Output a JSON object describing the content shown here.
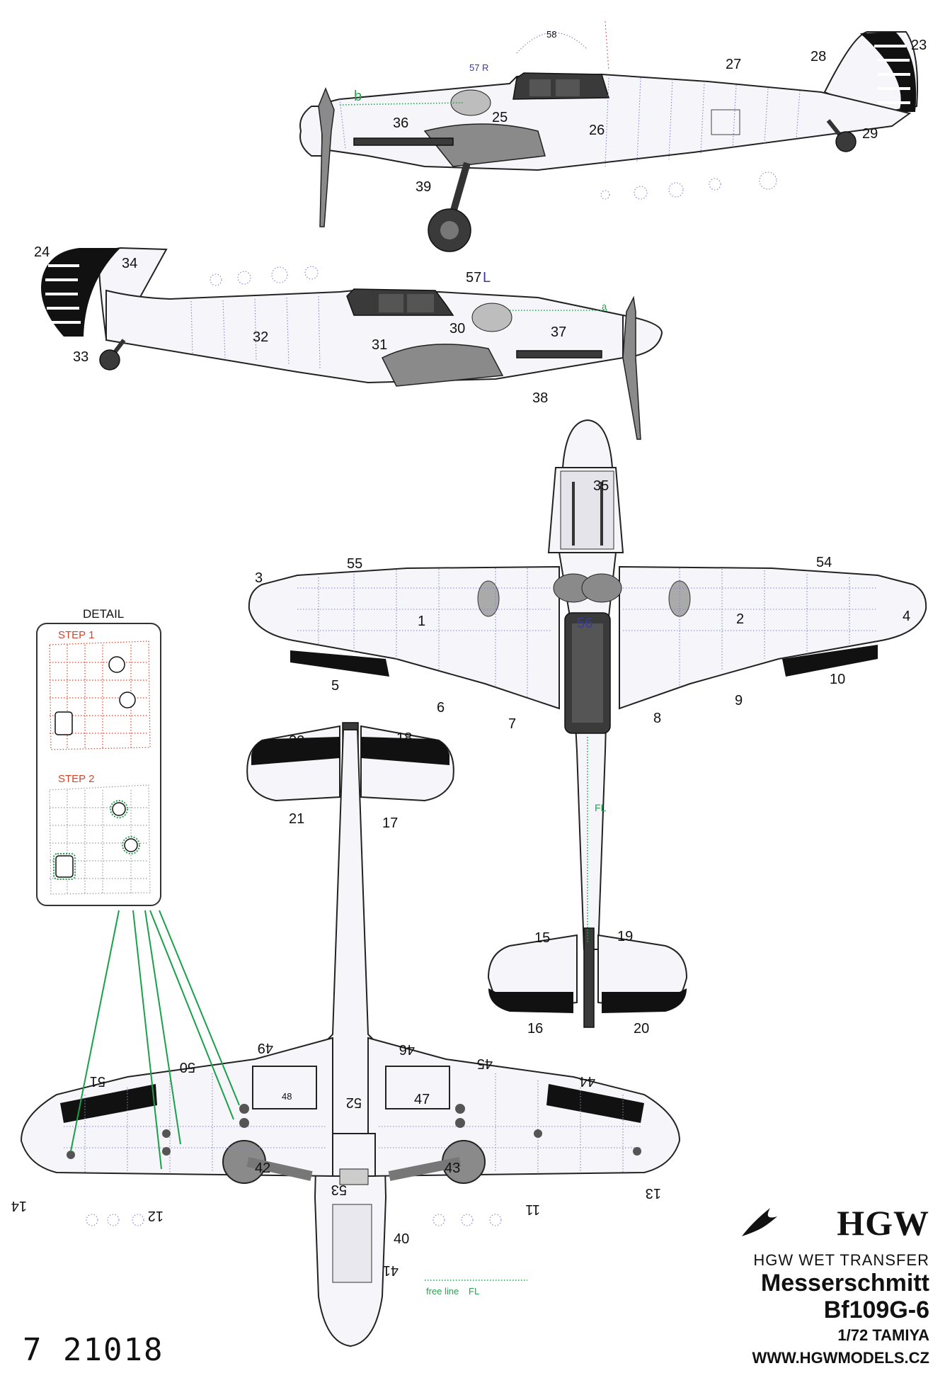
{
  "diagram": {
    "right_side_labels": {
      "l58": "58",
      "l57r_num": "57",
      "l57r_letter": "R",
      "lb": "b",
      "l36": "36",
      "l25": "25",
      "l26": "26",
      "l27": "27",
      "l28": "28",
      "l23": "23",
      "l29": "29",
      "l39": "39"
    },
    "left_side_labels": {
      "l24": "24",
      "l34": "34",
      "l57l_num": "57",
      "l57l_letter": "L",
      "la": "a",
      "l32": "32",
      "l31": "31",
      "l30": "30",
      "l37": "37",
      "l33": "33",
      "l38": "38"
    },
    "top_view_labels": {
      "l35": "35",
      "l55": "55",
      "l54": "54",
      "l3": "3",
      "l4": "4",
      "l1": "1",
      "l2": "2",
      "l56": "56",
      "l5": "5",
      "l6": "6",
      "l7": "7",
      "l8": "8",
      "l9": "9",
      "l10": "10",
      "l22": "22",
      "l18": "18",
      "l21": "21",
      "l17": "17",
      "lfl": "FL",
      "l15": "15",
      "l19": "19",
      "l16": "16",
      "l20": "20"
    },
    "bottom_view_labels": {
      "l49": "49",
      "l46": "46",
      "l45": "45",
      "l50": "50",
      "l51": "51",
      "l44": "44",
      "l48": "48",
      "l52": "52",
      "l47": "47",
      "l42": "42",
      "l53": "53",
      "l43": "43",
      "l14": "14",
      "l12": "12",
      "l11": "11",
      "l13": "13",
      "l40": "40",
      "l41": "41",
      "free_line": "free line",
      "free_line_code": "FL"
    },
    "detail": {
      "title": "DETAIL",
      "step1": "STEP 1",
      "step2": "STEP 2"
    }
  },
  "brand": {
    "logo": "HGW",
    "product_line": "HGW WET TRANSFER",
    "maker": "Messerschmitt",
    "model": "Bf109G-6",
    "scale": "1/72 TAMIYA",
    "website": "WWW.HGWMODELS.CZ",
    "catalog_number": "7 21018"
  },
  "colors": {
    "panel_lines": "#8080c8",
    "free_line": "#2aa050",
    "step_labels": "#d0452c",
    "arrows": "#19a04a"
  }
}
